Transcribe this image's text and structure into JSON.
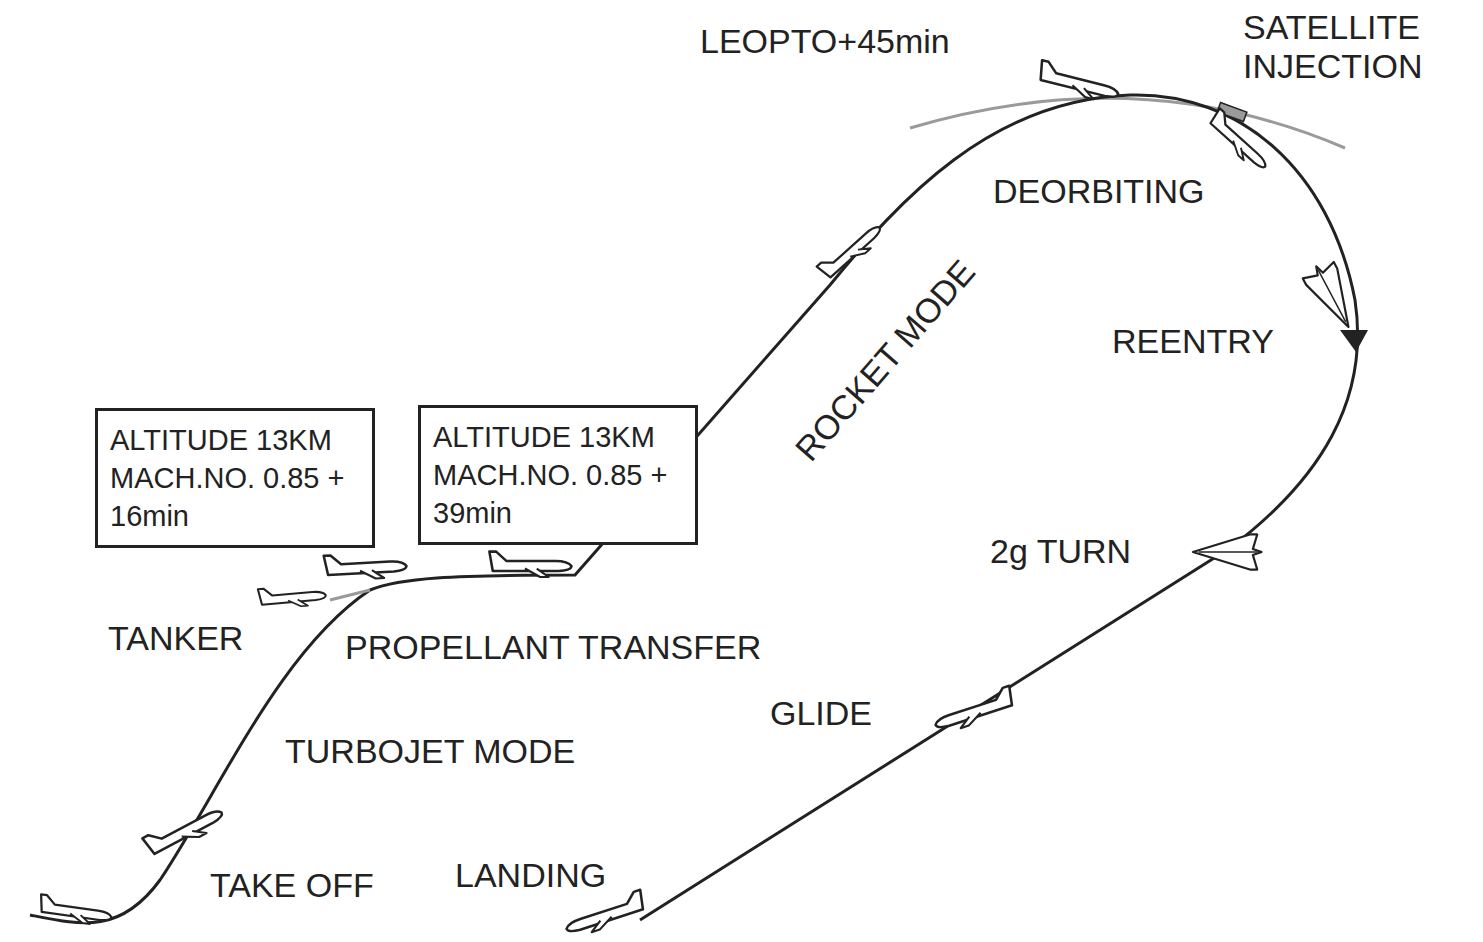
{
  "diagram": {
    "nodes": [
      {
        "text": [
          "ALTITUDE 13KM MACH.NO. 0.85 + 16min"
        ]
      },
      {
        "text": [
          "ALTITUDE 13KM MACH.NO. 0.85 + 39min"
        ]
      }
    ],
    "labels": [
      "LEOPTO+45min",
      "SATELLITE INJECTION",
      "DEORBITING",
      "REENTRY",
      "ROCKET MODE",
      "2g TURN",
      "GLIDE",
      "LANDING",
      "TAKE OFF",
      "TURBOJET MODE",
      "TANKER",
      "PROPELLANT TRANSFER"
    ]
  }
}
